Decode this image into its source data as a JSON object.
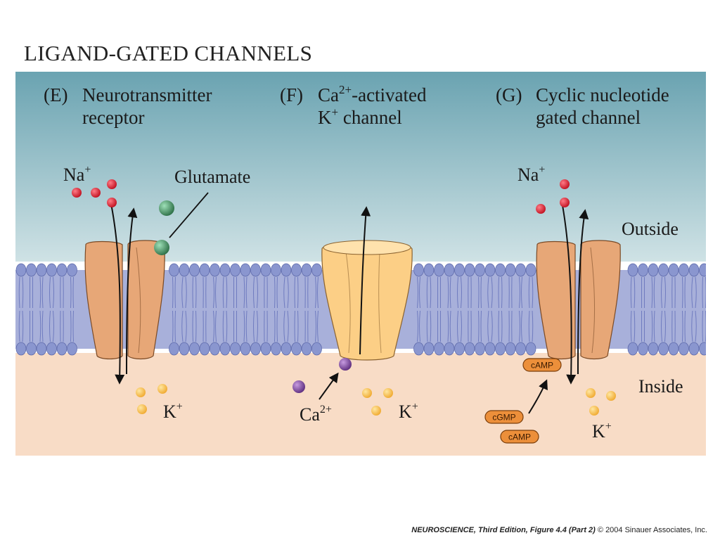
{
  "title": "LIGAND-GATED CHANNELS",
  "regions": {
    "outside": "Outside",
    "inside": "Inside"
  },
  "panels": [
    {
      "letter": "(E)",
      "line1": "Neurotransmitter",
      "line2": "receptor"
    },
    {
      "letter": "(F)",
      "line1_prefix": "Ca",
      "line1_sup": "2+",
      "line1_suffix": "-activated",
      "line2_prefix": "K",
      "line2_sup": "+",
      "line2_suffix": " channel"
    },
    {
      "letter": "(G)",
      "line1": "Cyclic nucleotide",
      "line2": "gated channel"
    }
  ],
  "ions": {
    "na": {
      "base": "Na",
      "sup": "+"
    },
    "k": {
      "base": "K",
      "sup": "+"
    },
    "ca": {
      "base": "Ca",
      "sup": "2+"
    }
  },
  "ligand_label": "Glutamate",
  "cyclic_nucleotides": {
    "camp": "cAMP",
    "cgmp": "cGMP"
  },
  "colors": {
    "outside_top": "#6aa3b1",
    "outside_bottom": "#cfe2e5",
    "membrane": "#a8b0da",
    "head": "#8a96cf",
    "tail": "#6f7bbf",
    "inside": "#f8dcc6",
    "channel_e": "#e7a777",
    "channel_f": "#fccf86",
    "channel_g": "#e7a777",
    "na_ion": "#d2192f",
    "k_ion": "#f6b742",
    "ca_ion": "#7b4797",
    "glutamate": "#3e8c5c",
    "pill": "#ec8f3a"
  },
  "footer": {
    "bold_italic": "NEUROSCIENCE, Third Edition, Figure 4.4 (Part 2)",
    "rest": "© 2004 Sinauer Associates, Inc."
  }
}
